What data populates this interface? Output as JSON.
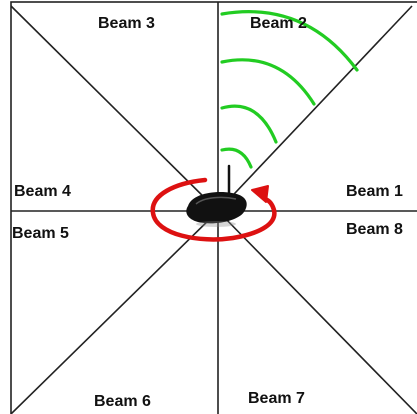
{
  "beams": {
    "beam1": "Beam 1",
    "beam2": "Beam 2",
    "beam3": "Beam 3",
    "beam4": "Beam 4",
    "beam5": "Beam 5",
    "beam6": "Beam 6",
    "beam7": "Beam 7",
    "beam8": "Beam 8"
  },
  "colors": {
    "divider": "#222222",
    "signal_wave": "#22cc22",
    "rotation_arrow": "#dd1111",
    "router_body": "#111111"
  },
  "icons": {
    "device": "wireless-router-icon",
    "waves": "signal-waves-icon",
    "rotation": "rotation-arrow-icon"
  }
}
